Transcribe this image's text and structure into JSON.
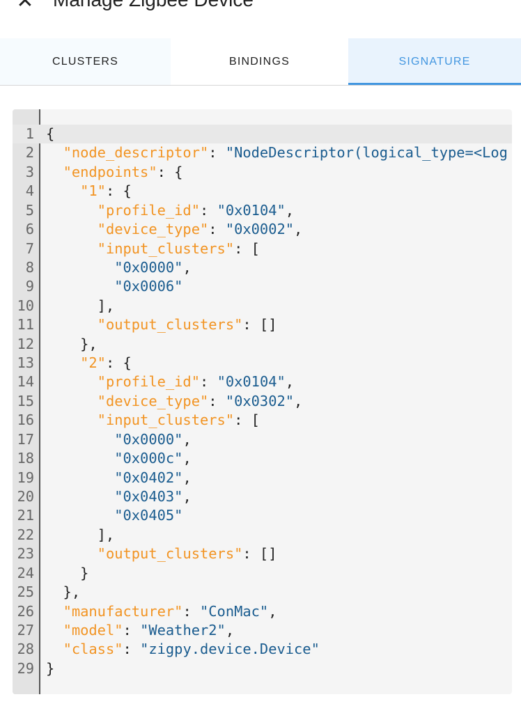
{
  "header": {
    "title": "Manage Zigbee Device",
    "close_icon": "close-icon"
  },
  "tabs": [
    {
      "label": "CLUSTERS",
      "active": false
    },
    {
      "label": "BINDINGS",
      "active": false
    },
    {
      "label": "SIGNATURE",
      "active": true
    }
  ],
  "colors": {
    "accent": "#4296e0",
    "key": "#f29423",
    "string": "#1a5c8f"
  },
  "editor": {
    "active_line": 1,
    "lines": [
      [
        [
          "p",
          "{"
        ]
      ],
      [
        [
          "p",
          "  "
        ],
        [
          "k",
          "\"node_descriptor\""
        ],
        [
          "p",
          ": "
        ],
        [
          "s",
          "\"NodeDescriptor(logical_type=<Log"
        ]
      ],
      [
        [
          "p",
          "  "
        ],
        [
          "k",
          "\"endpoints\""
        ],
        [
          "p",
          ": {"
        ]
      ],
      [
        [
          "p",
          "    "
        ],
        [
          "k",
          "\"1\""
        ],
        [
          "p",
          ": {"
        ]
      ],
      [
        [
          "p",
          "      "
        ],
        [
          "k",
          "\"profile_id\""
        ],
        [
          "p",
          ": "
        ],
        [
          "s",
          "\"0x0104\""
        ],
        [
          "p",
          ","
        ]
      ],
      [
        [
          "p",
          "      "
        ],
        [
          "k",
          "\"device_type\""
        ],
        [
          "p",
          ": "
        ],
        [
          "s",
          "\"0x0002\""
        ],
        [
          "p",
          ","
        ]
      ],
      [
        [
          "p",
          "      "
        ],
        [
          "k",
          "\"input_clusters\""
        ],
        [
          "p",
          ": ["
        ]
      ],
      [
        [
          "p",
          "        "
        ],
        [
          "s",
          "\"0x0000\""
        ],
        [
          "p",
          ","
        ]
      ],
      [
        [
          "p",
          "        "
        ],
        [
          "s",
          "\"0x0006\""
        ]
      ],
      [
        [
          "p",
          "      ],"
        ]
      ],
      [
        [
          "p",
          "      "
        ],
        [
          "k",
          "\"output_clusters\""
        ],
        [
          "p",
          ": []"
        ]
      ],
      [
        [
          "p",
          "    },"
        ]
      ],
      [
        [
          "p",
          "    "
        ],
        [
          "k",
          "\"2\""
        ],
        [
          "p",
          ": {"
        ]
      ],
      [
        [
          "p",
          "      "
        ],
        [
          "k",
          "\"profile_id\""
        ],
        [
          "p",
          ": "
        ],
        [
          "s",
          "\"0x0104\""
        ],
        [
          "p",
          ","
        ]
      ],
      [
        [
          "p",
          "      "
        ],
        [
          "k",
          "\"device_type\""
        ],
        [
          "p",
          ": "
        ],
        [
          "s",
          "\"0x0302\""
        ],
        [
          "p",
          ","
        ]
      ],
      [
        [
          "p",
          "      "
        ],
        [
          "k",
          "\"input_clusters\""
        ],
        [
          "p",
          ": ["
        ]
      ],
      [
        [
          "p",
          "        "
        ],
        [
          "s",
          "\"0x0000\""
        ],
        [
          "p",
          ","
        ]
      ],
      [
        [
          "p",
          "        "
        ],
        [
          "s",
          "\"0x000c\""
        ],
        [
          "p",
          ","
        ]
      ],
      [
        [
          "p",
          "        "
        ],
        [
          "s",
          "\"0x0402\""
        ],
        [
          "p",
          ","
        ]
      ],
      [
        [
          "p",
          "        "
        ],
        [
          "s",
          "\"0x0403\""
        ],
        [
          "p",
          ","
        ]
      ],
      [
        [
          "p",
          "        "
        ],
        [
          "s",
          "\"0x0405\""
        ]
      ],
      [
        [
          "p",
          "      ],"
        ]
      ],
      [
        [
          "p",
          "      "
        ],
        [
          "k",
          "\"output_clusters\""
        ],
        [
          "p",
          ": []"
        ]
      ],
      [
        [
          "p",
          "    }"
        ]
      ],
      [
        [
          "p",
          "  },"
        ]
      ],
      [
        [
          "p",
          "  "
        ],
        [
          "k",
          "\"manufacturer\""
        ],
        [
          "p",
          ": "
        ],
        [
          "s",
          "\"ConMac\""
        ],
        [
          "p",
          ","
        ]
      ],
      [
        [
          "p",
          "  "
        ],
        [
          "k",
          "\"model\""
        ],
        [
          "p",
          ": "
        ],
        [
          "s",
          "\"Weather2\""
        ],
        [
          "p",
          ","
        ]
      ],
      [
        [
          "p",
          "  "
        ],
        [
          "k",
          "\"class\""
        ],
        [
          "p",
          ": "
        ],
        [
          "s",
          "\"zigpy.device.Device\""
        ]
      ],
      [
        [
          "p",
          "}"
        ]
      ]
    ]
  }
}
